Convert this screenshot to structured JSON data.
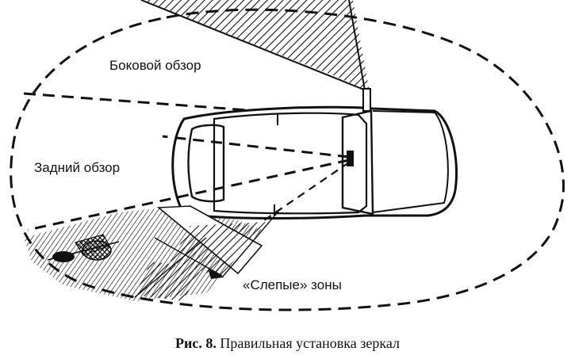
{
  "labels": {
    "side_view": "Боковой обзор",
    "rear_view": "Задний обзор",
    "blind_zones": "«Слепые» зоны"
  },
  "caption": {
    "number": "Рис. 8.",
    "text": "Правильная установка зеркал"
  },
  "colors": {
    "ink": "#111111",
    "background": "#ffffff"
  }
}
